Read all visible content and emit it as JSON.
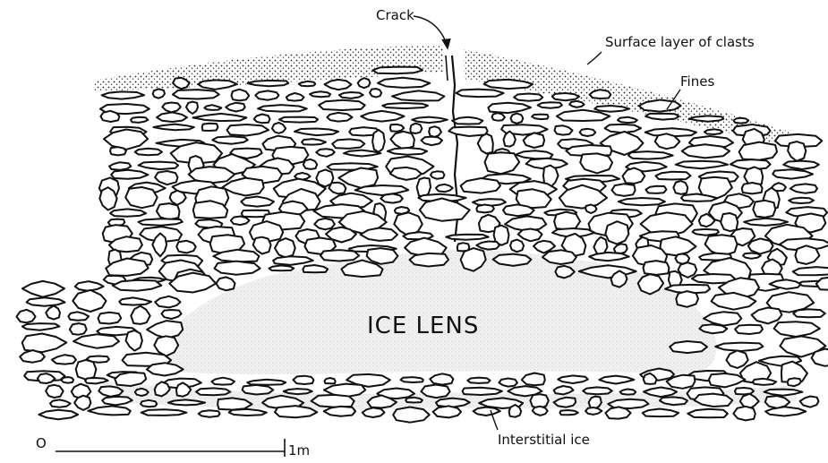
{
  "labels": {
    "crack": "Crack",
    "surface_layer": "Surface layer of clasts",
    "fines": "Fines",
    "ice_lens": "ICE LENS",
    "interstitial_ice": "Interstitial ice"
  },
  "scale_bar": {
    "start_label": "O",
    "end_label": "1m"
  },
  "colors": {
    "ink": "#111111",
    "paper": "#ffffff",
    "ice_fill": "#ececec"
  },
  "icons": {
    "stipple_pattern": "dotted-fines-pattern",
    "ice_pattern": "fine-dotted-ice-pattern"
  }
}
